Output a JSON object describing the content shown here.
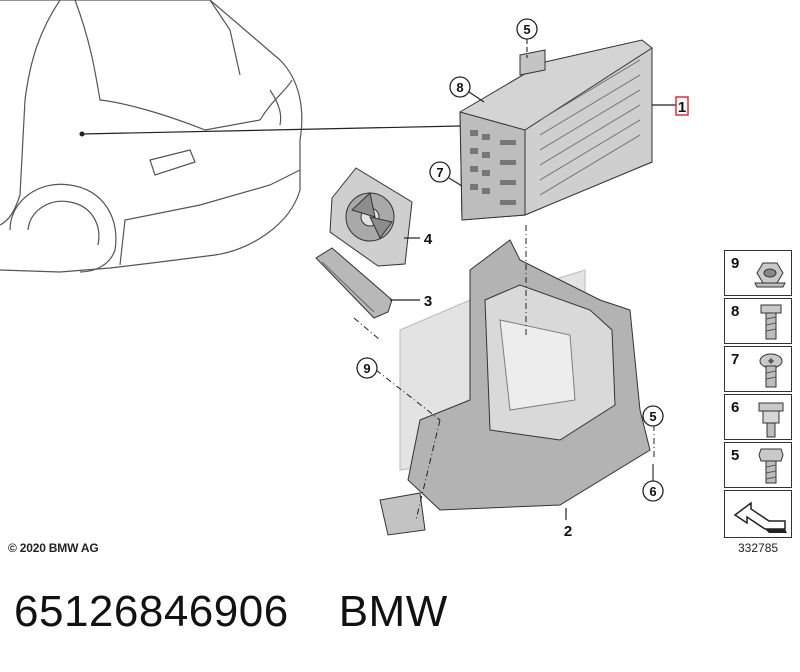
{
  "callouts": {
    "c1": "1",
    "c2": "2",
    "c3": "3",
    "c4": "4",
    "c5_top": "5",
    "c5_right": "5",
    "c6": "6",
    "c7": "7",
    "c8": "8",
    "c9": "9"
  },
  "sidebar": {
    "items": [
      {
        "number": "9",
        "icon": "hex-flange-nut-icon"
      },
      {
        "number": "8",
        "icon": "hex-socket-bolt-icon"
      },
      {
        "number": "7",
        "icon": "torx-bolt-icon"
      },
      {
        "number": "6",
        "icon": "spacer-bolt-icon"
      },
      {
        "number": "5",
        "icon": "hex-bolt-icon"
      }
    ],
    "arrow_icon": "bent-arrow-icon"
  },
  "footer": {
    "copyright": "© 2020 BMW AG",
    "diagram_id": "332785"
  },
  "caption": {
    "part_number": "65126846906",
    "brand": "BMW"
  },
  "colors": {
    "highlight": "#e0202a",
    "line": "#222222",
    "part_fill": "#c9c9c9"
  }
}
